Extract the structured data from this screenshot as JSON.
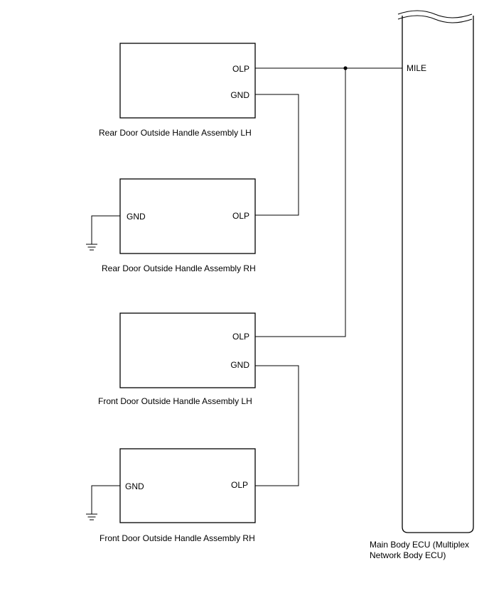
{
  "components": {
    "rear_lh": {
      "caption": "Rear Door Outside Handle Assembly LH",
      "pin_olp": "OLP",
      "pin_gnd": "GND"
    },
    "rear_rh": {
      "caption": "Rear Door Outside Handle Assembly RH",
      "pin_olp": "OLP",
      "pin_gnd": "GND"
    },
    "front_lh": {
      "caption": "Front Door Outside Handle Assembly LH",
      "pin_olp": "OLP",
      "pin_gnd": "GND"
    },
    "front_rh": {
      "caption": "Front Door Outside Handle Assembly RH",
      "pin_olp": "OLP",
      "pin_gnd": "GND"
    }
  },
  "ecu": {
    "pin": "MILE",
    "caption_line1": "Main Body ECU (Multiplex",
    "caption_line2": "Network Body ECU)"
  }
}
